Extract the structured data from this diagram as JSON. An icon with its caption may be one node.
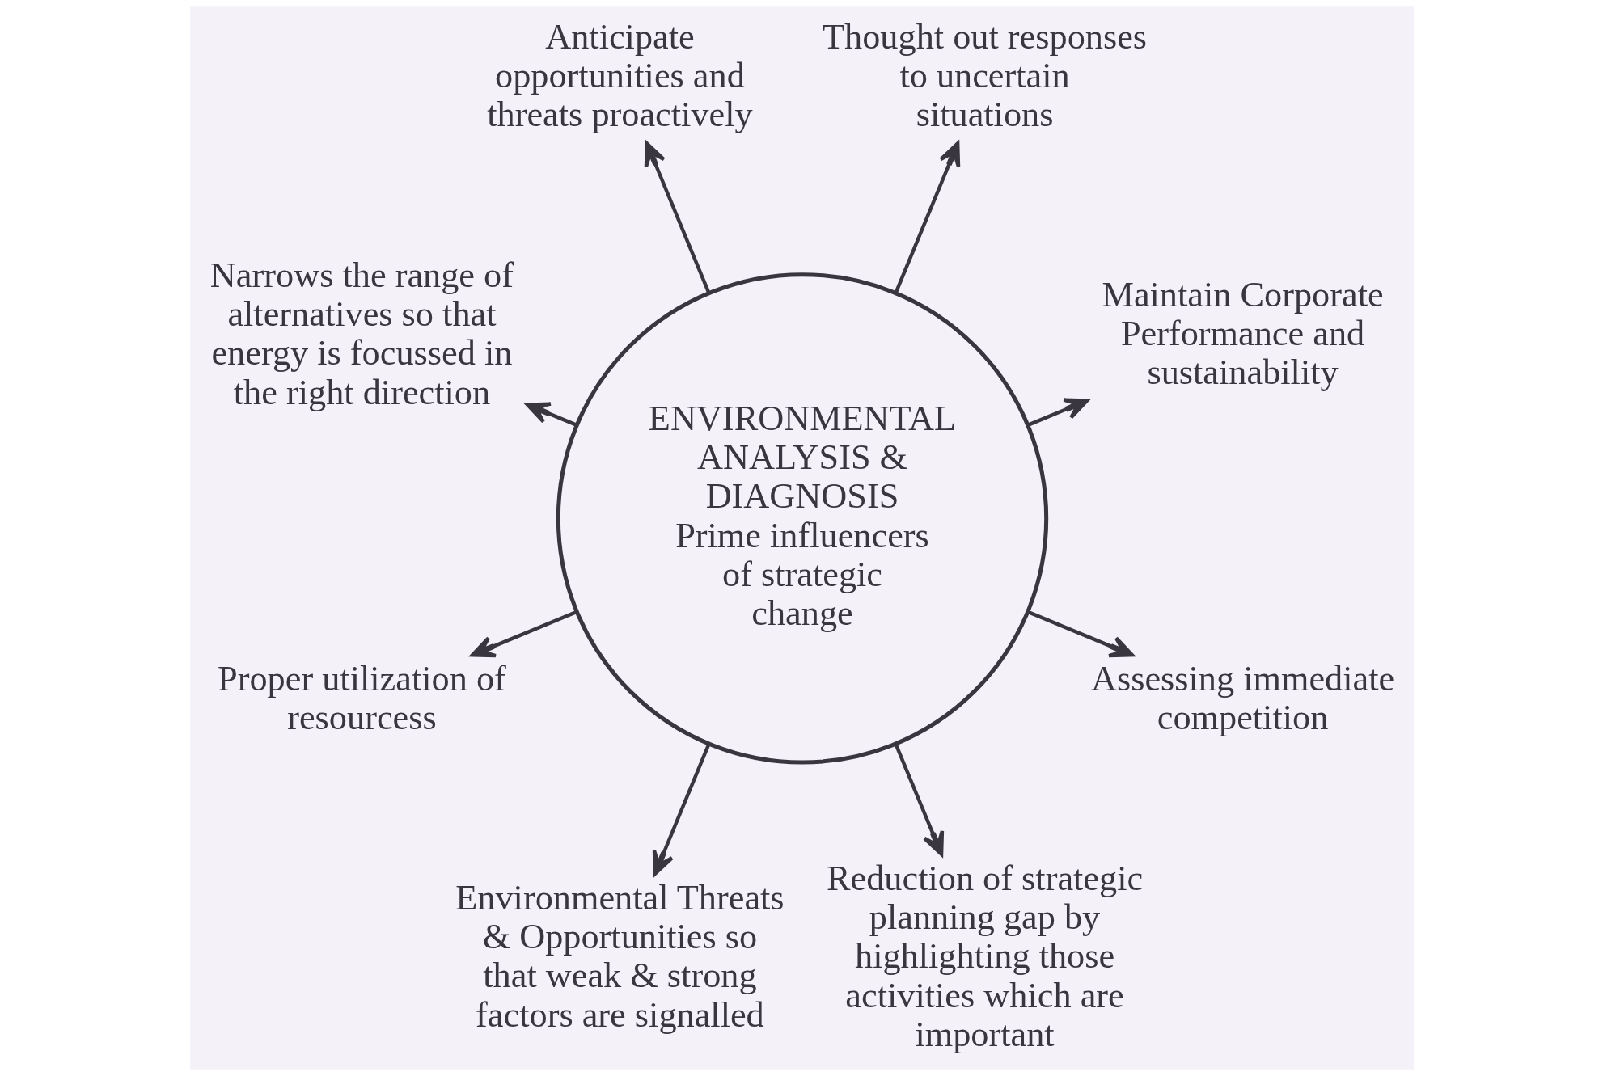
{
  "diagram": {
    "nodes": [
      {
        "text": [
          "Anticipate opportunities and threats proactively"
        ]
      },
      {
        "text": [
          "Narrows the range of alternatives so that energy is focussed in the right direction"
        ]
      },
      {
        "text": [
          "Thought out responses to uncertain situations"
        ]
      },
      {
        "text": [
          "ENVIRONMENTAL ANALYSIS & DIAGNOSIS",
          "Prime influencers of strategic change"
        ]
      },
      {
        "text": [
          "Maintain Corporate Performance and sustainability"
        ]
      },
      {
        "text": [
          "Proper utilization of resourcess"
        ]
      },
      {
        "text": [
          "Assessing immediate competition"
        ]
      },
      {
        "text": [
          "Environmental Threats & Opportunities so that weak & strong factors are signalled"
        ]
      },
      {
        "text": [
          "Reduction of strategic planning gap by highlighting those activities which are important"
        ]
      }
    ],
    "edges": [
      {
        "from": 3,
        "to": 0,
        "arrow": "to"
      },
      {
        "from": 3,
        "to": 2,
        "arrow": "to"
      },
      {
        "from": 3,
        "to": 4,
        "arrow": "to"
      },
      {
        "from": 3,
        "to": 6,
        "arrow": "to"
      },
      {
        "from": 3,
        "to": 8,
        "arrow": "to"
      },
      {
        "from": 3,
        "to": 7,
        "arrow": "to"
      },
      {
        "from": 3,
        "to": 5,
        "arrow": "to"
      },
      {
        "from": 3,
        "to": 1,
        "arrow": "to"
      }
    ]
  }
}
